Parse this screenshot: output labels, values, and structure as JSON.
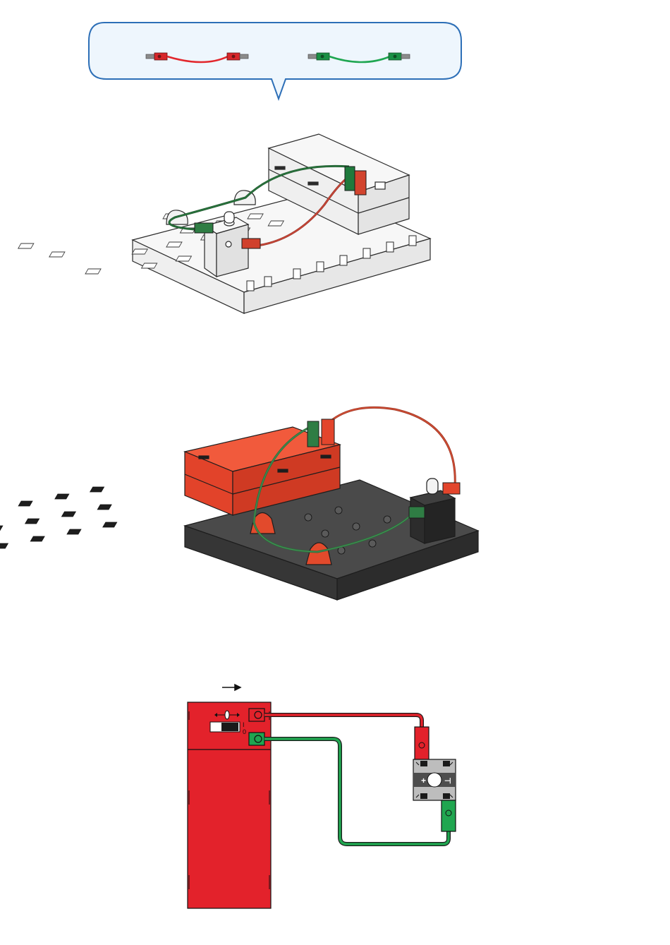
{
  "page": {
    "background": "#ffffff"
  },
  "callout": {
    "border_color": "#2d6fb7",
    "fill_color": "#eef6fd",
    "cables": [
      {
        "color_name": "red",
        "wire_color": "#e2262c",
        "plug_color": "#d7262a"
      },
      {
        "color_name": "green",
        "wire_color": "#1fa651",
        "plug_color": "#1a8f45"
      }
    ]
  },
  "models": [
    {
      "name": "white-base-model",
      "base_color": "#f7f7f7",
      "wire_colors": [
        "#1f5a2f",
        "#9c3428"
      ]
    },
    {
      "name": "color-model",
      "base_color": "#3a3a3a",
      "battery_color": "#e33d24",
      "wire_colors": [
        "#2f6a3b",
        "#a13522"
      ]
    }
  ],
  "schematic": {
    "battery_color": "#e3222b",
    "red_wire": "#e3222b",
    "green_wire": "#20a650",
    "led_label_plus": "+",
    "led_label_symbol": "⊣"
  }
}
